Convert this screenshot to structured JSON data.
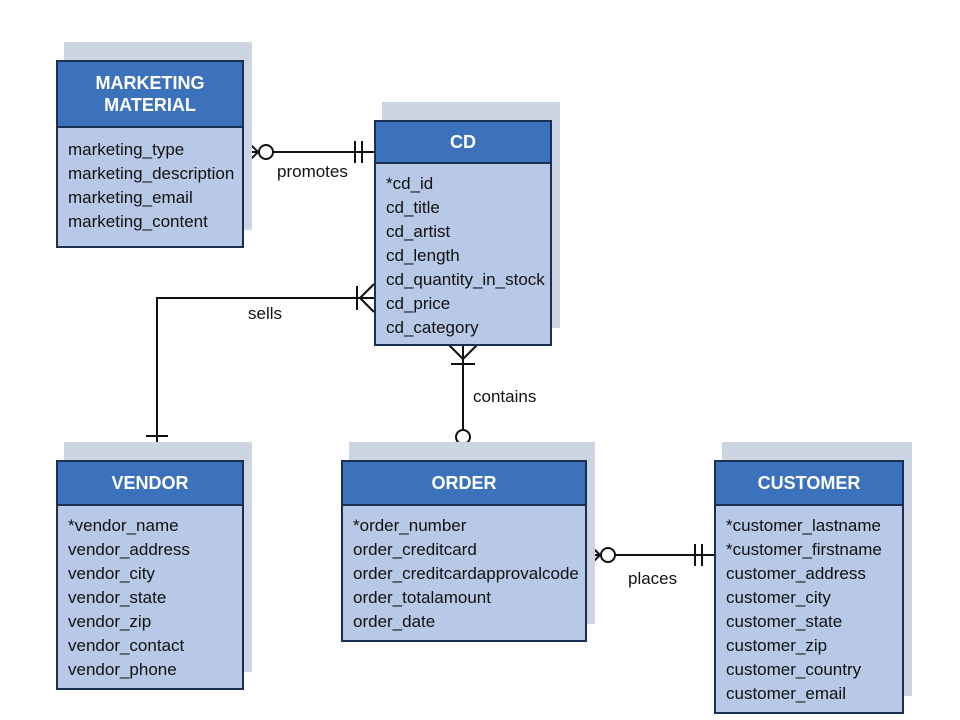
{
  "entities": {
    "marketing": {
      "name": "MARKETING\nMATERIAL",
      "attributes": [
        "marketing_type",
        "marketing_description",
        "marketing_email",
        "marketing_content"
      ]
    },
    "cd": {
      "name": "CD",
      "attributes": [
        "*cd_id",
        "cd_title",
        "cd_artist",
        "cd_length",
        "cd_quantity_in_stock",
        "cd_price",
        "cd_category"
      ]
    },
    "vendor": {
      "name": "VENDOR",
      "attributes": [
        "*vendor_name",
        "vendor_address",
        "vendor_city",
        "vendor_state",
        "vendor_zip",
        "vendor_contact",
        "vendor_phone"
      ]
    },
    "order": {
      "name": "ORDER",
      "attributes": [
        "*order_number",
        "order_creditcard",
        "order_creditcardapprovalcode",
        "order_totalamount",
        "order_date"
      ]
    },
    "customer": {
      "name": "CUSTOMER",
      "attributes": [
        "*customer_lastname",
        "*customer_firstname",
        "customer_address",
        "customer_city",
        "customer_state",
        "customer_zip",
        "customer_country",
        "customer_email"
      ]
    }
  },
  "relationships": {
    "promotes": "promotes",
    "sells": "sells",
    "contains": "contains",
    "places": "places"
  },
  "colors": {
    "header": "#3c72bc",
    "body": "#b7c9e6",
    "border": "#1b2f55",
    "shadow": "#cdd5e3"
  }
}
